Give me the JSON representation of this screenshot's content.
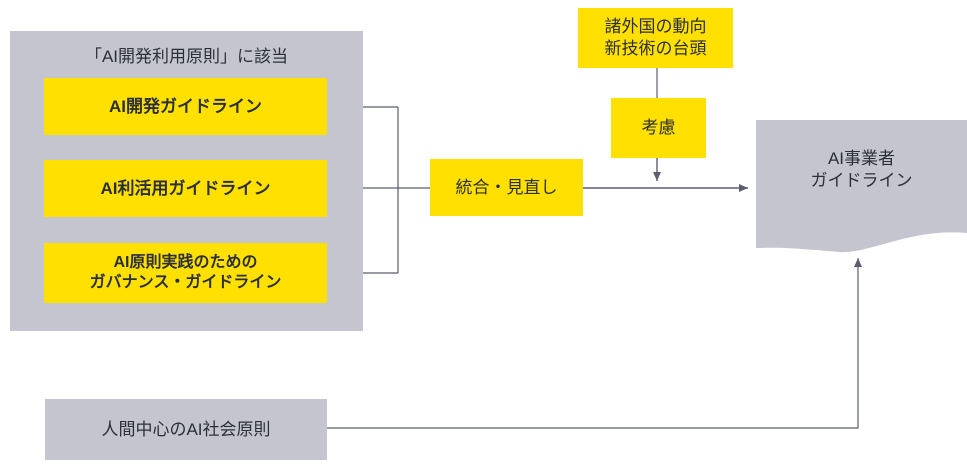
{
  "diagram": {
    "title_group": "「AI開発利用原則」に該当",
    "nodes": {
      "dev_guideline": "AI開発ガイドライン",
      "use_guideline": "AI利活用ガイドライン",
      "governance_guideline": "AI原則実践のための\nガバナンス・ガイドライン",
      "integrate": "統合・見直し",
      "foreign_trends": "諸外国の動向\n新技術の台頭",
      "consider": "考慮",
      "target_guideline": "AI事業者\nガイドライン",
      "human_centric_principles": "人間中心のAI社会原則"
    },
    "colors": {
      "yellow": "#ffe000",
      "gray": "#c4c5cf",
      "line": "#5a5f6e",
      "text": "#2b2f38",
      "background": "#ffffff"
    },
    "connectors": [
      {
        "name": "dev-to-junction",
        "type": "line"
      },
      {
        "name": "use-to-integrate",
        "type": "line"
      },
      {
        "name": "governance-to-junction",
        "type": "line"
      },
      {
        "name": "junction-vertical",
        "type": "line"
      },
      {
        "name": "integrate-to-target",
        "type": "arrow",
        "direction": "right"
      },
      {
        "name": "trends-to-consider",
        "type": "line"
      },
      {
        "name": "consider-to-flow",
        "type": "arrow",
        "direction": "down"
      },
      {
        "name": "principles-to-target",
        "type": "arrow",
        "direction": "up"
      }
    ]
  }
}
